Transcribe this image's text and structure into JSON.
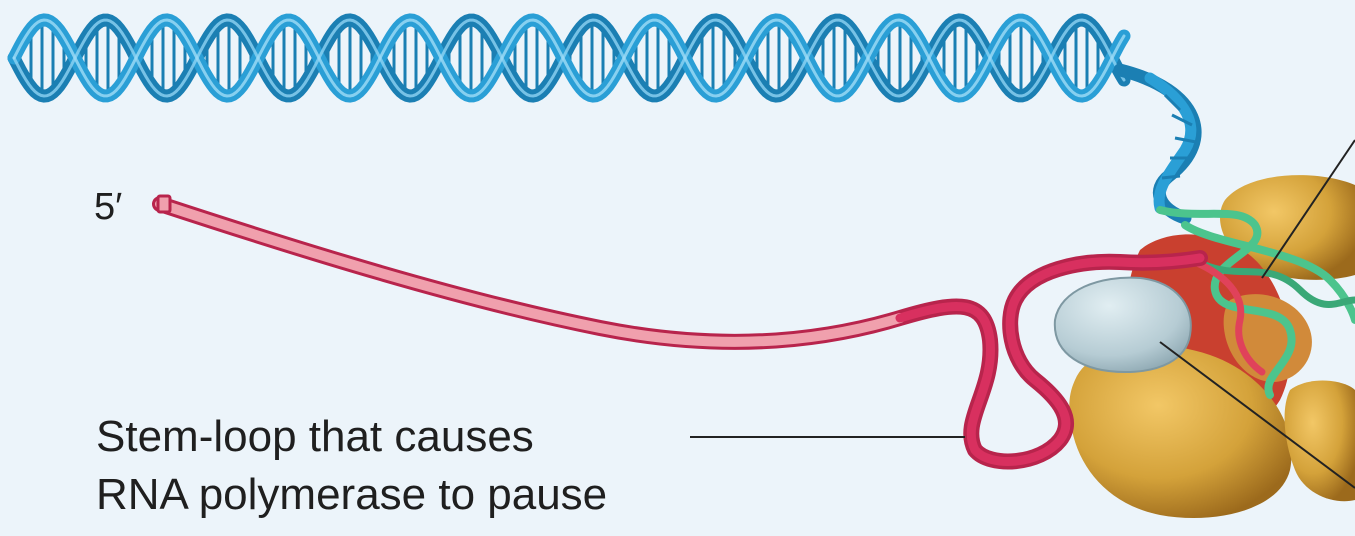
{
  "labels": {
    "five_prime": "5′",
    "stem_loop_line1": "Stem-loop that causes",
    "stem_loop_line2": "RNA polymerase to pause"
  },
  "colors": {
    "background": "#ecf4fa",
    "dna": "#2a9fd6",
    "dna_dark": "#1b7fb3",
    "rna_light": "#f0a0ad",
    "rna_dark": "#d8305f",
    "template_strand": "#4cc48d",
    "polymerase": "#d4a23a",
    "polymerase_dark": "#b07a22",
    "pause_protein": "#b9cfd6",
    "leader_line": "#222222"
  }
}
